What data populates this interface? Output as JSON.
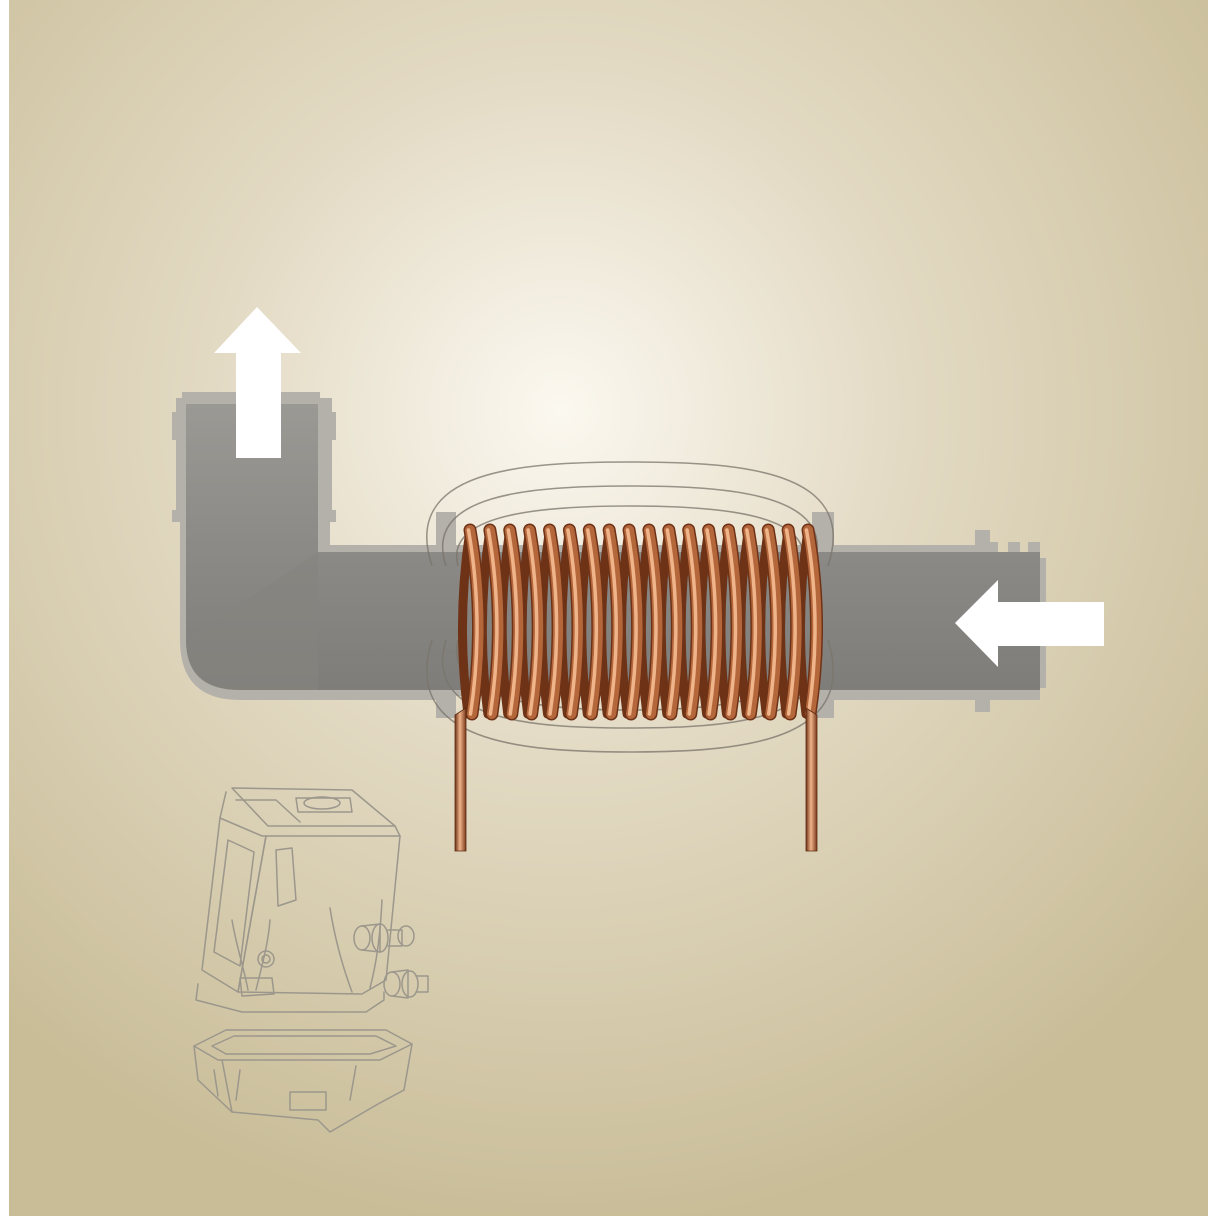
{
  "diagram": {
    "components": [
      {
        "id": "pipe",
        "icon": "elbow-pipe-cross-section"
      },
      {
        "id": "coil",
        "icon": "copper-induction-coil",
        "turns": 18
      },
      {
        "id": "field",
        "icon": "magnetic-field-lines"
      },
      {
        "id": "unit",
        "icon": "heater-unit-line-drawing"
      }
    ],
    "flow": {
      "inlet": {
        "icon": "arrow-left-icon"
      },
      "outlet": {
        "icon": "arrow-up-icon"
      }
    },
    "colors": {
      "background_light": "#fbf8f0",
      "background_dark": "#c9bd98",
      "pipe": "#8e8c88",
      "pipe_rim": "#b4b1ab",
      "copper": "#b5673c",
      "copper_highlight": "#f0b48a",
      "copper_shadow": "#6e3216",
      "field_line": "#7a746a",
      "arrow": "#ffffff",
      "sketch_line": "#9c978c"
    }
  }
}
